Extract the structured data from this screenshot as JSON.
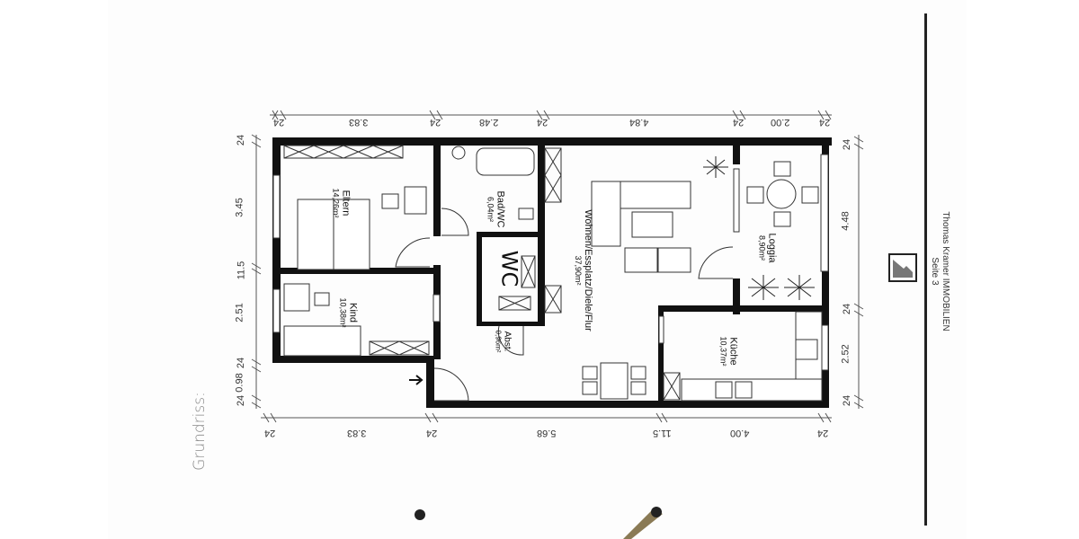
{
  "document": {
    "heading": "Grundriss:",
    "company": "Thomas Kramer IMMOBILIEN",
    "page": "Seite 3"
  },
  "rooms": [
    {
      "name": "Eltern",
      "area": "14,26m²"
    },
    {
      "name": "Kind",
      "area": "10,38m²"
    },
    {
      "name": "Bad/WC",
      "area": "6,04m²"
    },
    {
      "name": "Abst.",
      "area": "0,96m²"
    },
    {
      "name": "Wohnen/Essplatz/Diele/Flur",
      "area": "37,90m²"
    },
    {
      "name": "Loggia",
      "area": "8,90m²"
    },
    {
      "name": "Küche",
      "area": "10,37m²"
    }
  ],
  "wc_label": "WC",
  "dimensions": {
    "top": [
      "24",
      "3.83",
      "24",
      "2.48",
      "24",
      "4.84",
      "24",
      "2.00",
      "24"
    ],
    "bottom": [
      "24",
      "3.83",
      "24",
      "5.68",
      "11.5",
      "4.00",
      "24"
    ],
    "left": [
      "24",
      "3.45",
      "11.5",
      "2.51",
      "24",
      "0.98",
      "24"
    ],
    "right": [
      "24",
      "4.48",
      "24",
      "2.52",
      "24"
    ]
  },
  "colors": {
    "wall": "#111111",
    "line": "#444444",
    "paper": "#fdfdfd"
  }
}
